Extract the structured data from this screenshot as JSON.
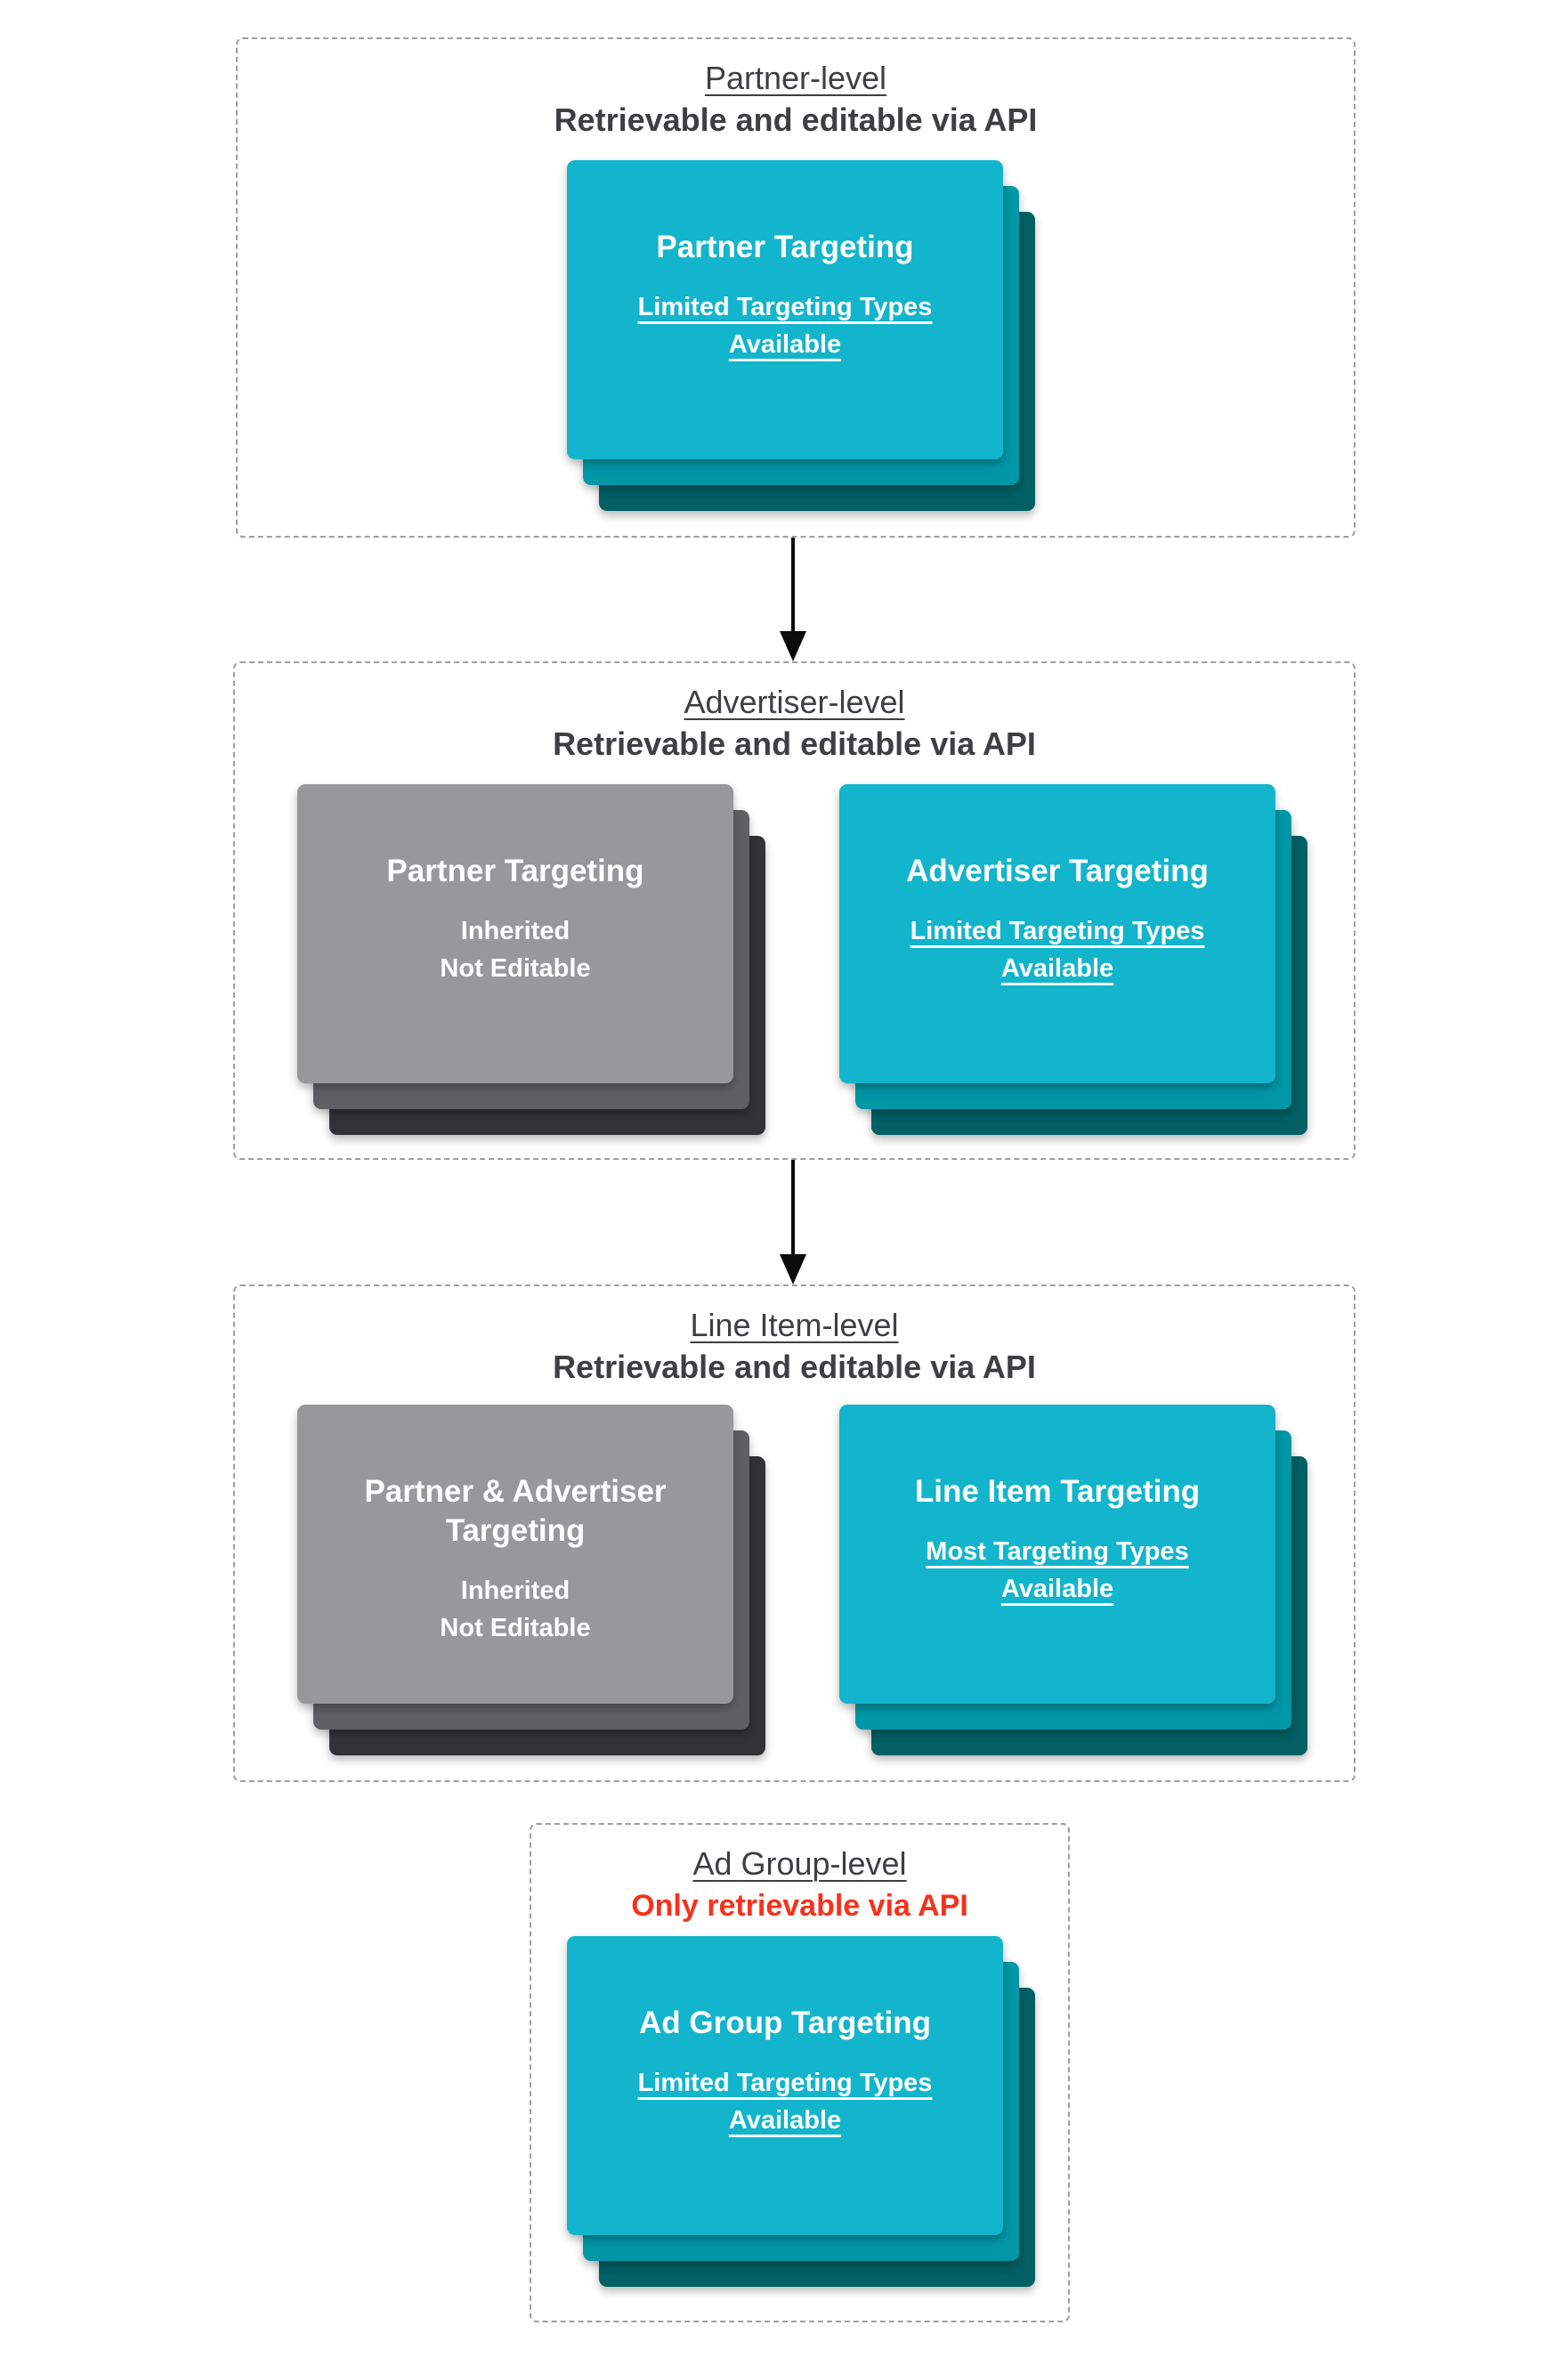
{
  "palette": {
    "cyan_front": "#12B5CB",
    "teal_middle": "#0097A7",
    "teal_back": "#006064",
    "gray_front": "#97989A",
    "gray_middle": "#5F6063",
    "gray_back": "#323337",
    "heading_text": "#3D3F42",
    "red_note": "#F5321C",
    "dashed_border": "#9E9E9E",
    "card_text": "#FFFFFF"
  },
  "sections": [
    {
      "level": "Partner-level",
      "api_note": "Retrievable and editable via API",
      "note_style": "dark",
      "cards": [
        {
          "style": "cyan",
          "title_lines": [
            "Partner Targeting"
          ],
          "body_lines": [
            "Limited Targeting Types",
            "Available"
          ],
          "body_underlined": true
        }
      ]
    },
    {
      "level": "Advertiser-level",
      "api_note": "Retrievable and editable via API",
      "note_style": "dark",
      "cards": [
        {
          "style": "gray",
          "title_lines": [
            "Partner Targeting"
          ],
          "body_lines": [
            "Inherited",
            "Not Editable"
          ],
          "body_underlined": false
        },
        {
          "style": "cyan",
          "title_lines": [
            "Advertiser Targeting"
          ],
          "body_lines": [
            "Limited Targeting Types",
            "Available"
          ],
          "body_underlined": true
        }
      ]
    },
    {
      "level": "Line Item-level",
      "api_note": "Retrievable and editable via API",
      "note_style": "dark",
      "cards": [
        {
          "style": "gray",
          "title_lines": [
            "Partner & Advertiser",
            "Targeting"
          ],
          "body_lines": [
            "Inherited",
            "Not Editable"
          ],
          "body_underlined": false
        },
        {
          "style": "cyan",
          "title_lines": [
            "Line Item Targeting"
          ],
          "body_lines": [
            "Most Targeting Types",
            "Available"
          ],
          "body_underlined": true
        }
      ]
    },
    {
      "level": "Ad Group-level",
      "api_note": "Only retrievable via API",
      "note_style": "red",
      "cards": [
        {
          "style": "cyan",
          "title_lines": [
            "Ad Group Targeting"
          ],
          "body_lines": [
            "Limited Targeting Types",
            "Available"
          ],
          "body_underlined": true
        }
      ]
    }
  ]
}
